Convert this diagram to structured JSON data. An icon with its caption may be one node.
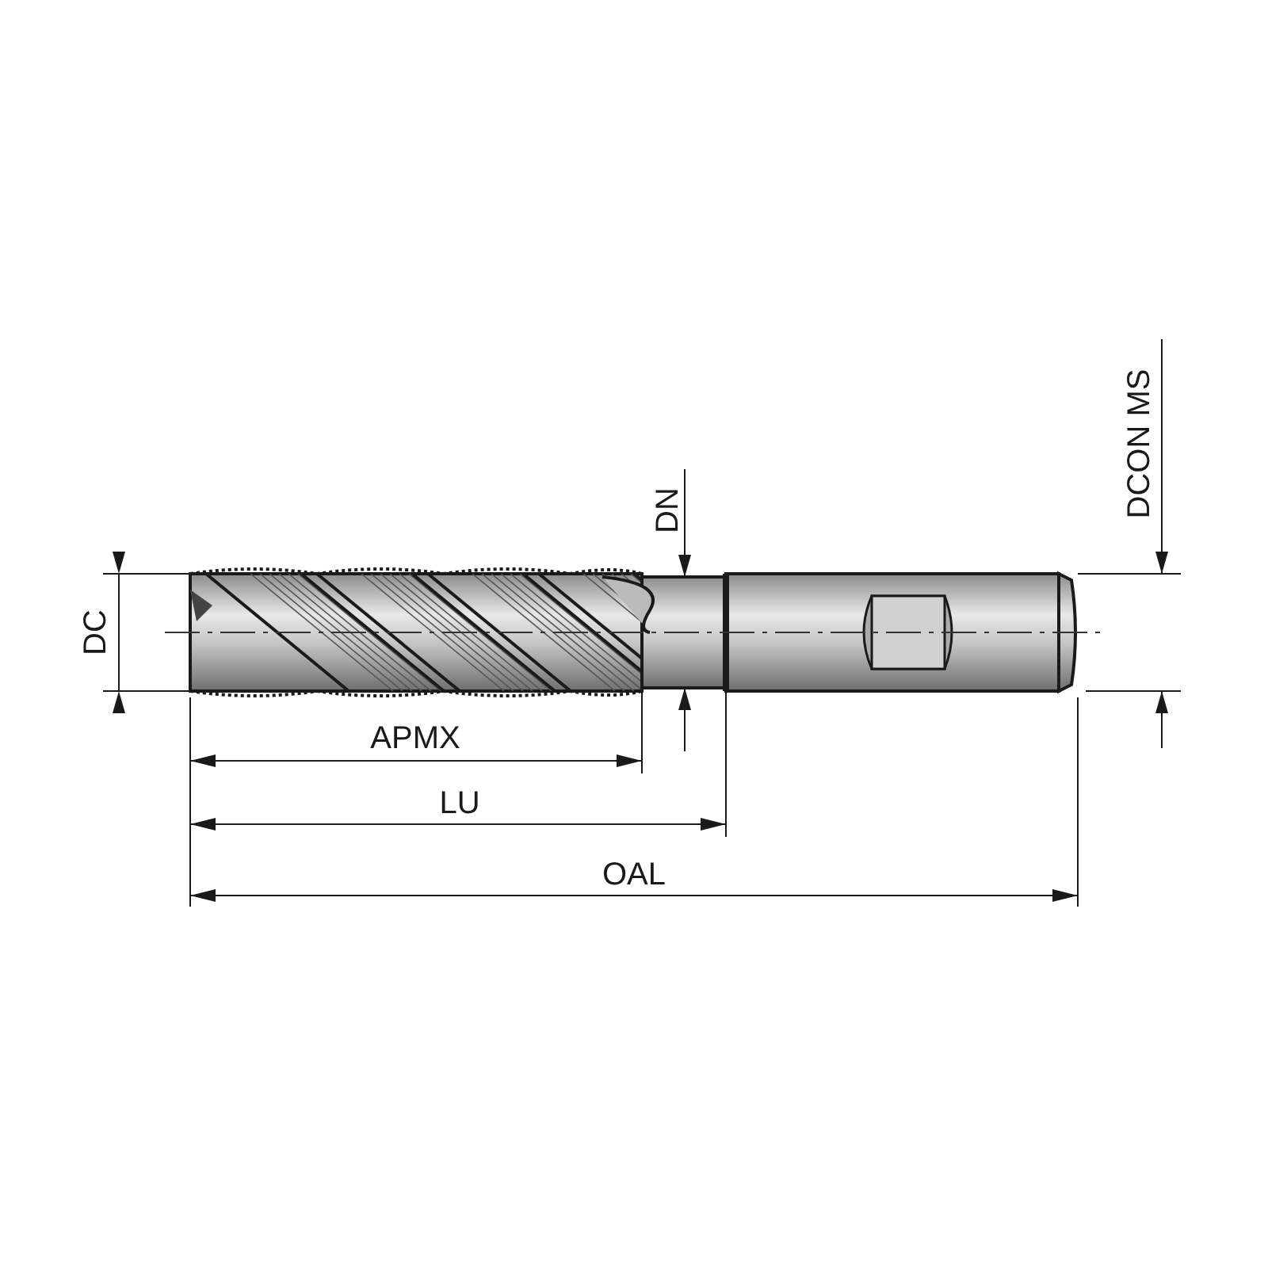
{
  "diagram": {
    "labels": [
      "DCON MS",
      "DN",
      "DC",
      "APMX",
      "LU",
      "OAL"
    ]
  }
}
